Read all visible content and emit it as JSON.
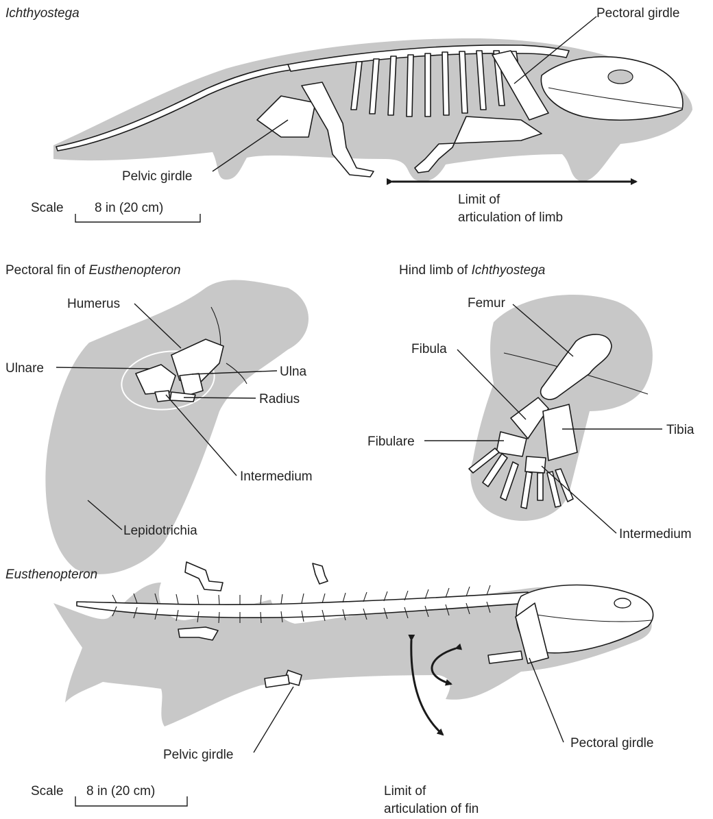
{
  "colors": {
    "body_fill": "#c8c8c8",
    "bone_fill": "#ffffff",
    "ink": "#1a1a1a",
    "text": "#222222"
  },
  "top_panel": {
    "title": "Ichthyostega",
    "pectoral_girdle": "Pectoral girdle",
    "pelvic_girdle": "Pelvic girdle",
    "scale_label": "Scale",
    "scale_value": "8 in (20 cm)",
    "limit_line1": "Limit of",
    "limit_line2": "articulation of limb"
  },
  "fin_panel": {
    "title_prefix": "Pectoral fin of ",
    "title_italic": "Eusthenopteron",
    "humerus": "Humerus",
    "ulnare": "Ulnare",
    "ulna": "Ulna",
    "radius": "Radius",
    "intermedium": "Intermedium",
    "lepidotrichia": "Lepidotrichia"
  },
  "hind_panel": {
    "title_prefix": "Hind limb of ",
    "title_italic": "Ichthyostega",
    "femur": "Femur",
    "fibula": "Fibula",
    "fibulare": "Fibulare",
    "tibia": "Tibia",
    "intermedium": "Intermedium"
  },
  "bottom_panel": {
    "title": "Eusthenopteron",
    "pelvic_girdle": "Pelvic girdle",
    "pectoral_girdle": "Pectoral girdle",
    "scale_label": "Scale",
    "scale_value": "8 in (20 cm)",
    "limit_line1": "Limit of",
    "limit_line2": "articulation of fin"
  }
}
